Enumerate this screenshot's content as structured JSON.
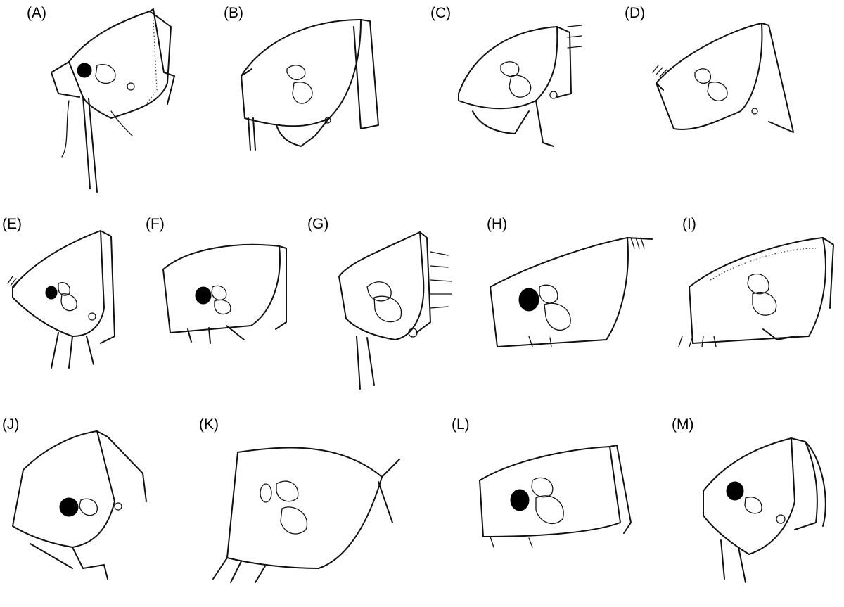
{
  "figure": {
    "panels": [
      {
        "id": "A",
        "label": "(A)",
        "eye": true
      },
      {
        "id": "B",
        "label": "(B)",
        "eye": false
      },
      {
        "id": "C",
        "label": "(C)",
        "eye": false
      },
      {
        "id": "D",
        "label": "(D)",
        "eye": false
      },
      {
        "id": "E",
        "label": "(E)",
        "eye": true
      },
      {
        "id": "F",
        "label": "(F)",
        "eye": true
      },
      {
        "id": "G",
        "label": "(G)",
        "eye": false
      },
      {
        "id": "H",
        "label": "(H)",
        "eye": true
      },
      {
        "id": "I",
        "label": "(I)",
        "eye": false
      },
      {
        "id": "J",
        "label": "(J)",
        "eye": true
      },
      {
        "id": "K",
        "label": "(K)",
        "eye": false
      },
      {
        "id": "L",
        "label": "(L)",
        "eye": true
      },
      {
        "id": "M",
        "label": "(M)",
        "eye": true
      }
    ]
  }
}
